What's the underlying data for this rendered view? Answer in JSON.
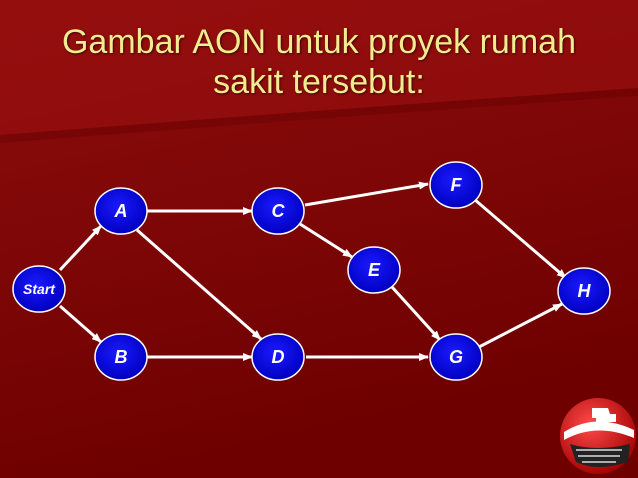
{
  "slide": {
    "title_line1": "Gambar AON untuk proyek rumah",
    "title_line2": "sakit tersebut:"
  },
  "diagram": {
    "nodes": [
      {
        "id": "start",
        "label": "Start"
      },
      {
        "id": "a",
        "label": "A"
      },
      {
        "id": "b",
        "label": "B"
      },
      {
        "id": "c",
        "label": "C"
      },
      {
        "id": "d",
        "label": "D"
      },
      {
        "id": "e",
        "label": "E"
      },
      {
        "id": "f",
        "label": "F"
      },
      {
        "id": "g",
        "label": "G"
      },
      {
        "id": "h",
        "label": "H"
      }
    ],
    "edges": [
      {
        "from": "Start",
        "to": "A"
      },
      {
        "from": "Start",
        "to": "B"
      },
      {
        "from": "A",
        "to": "C"
      },
      {
        "from": "A",
        "to": "D"
      },
      {
        "from": "B",
        "to": "D"
      },
      {
        "from": "C",
        "to": "F"
      },
      {
        "from": "C",
        "to": "E"
      },
      {
        "from": "E",
        "to": "G"
      },
      {
        "from": "D",
        "to": "G"
      },
      {
        "from": "F",
        "to": "H"
      },
      {
        "from": "G",
        "to": "H"
      }
    ]
  },
  "colors": {
    "background": "#7a0000",
    "title": "#f2ec90",
    "node_fill": "#0000cc",
    "node_stroke": "#ffffff",
    "arrow": "#ffffff"
  },
  "logo": {
    "icon": "university-logo-icon"
  }
}
